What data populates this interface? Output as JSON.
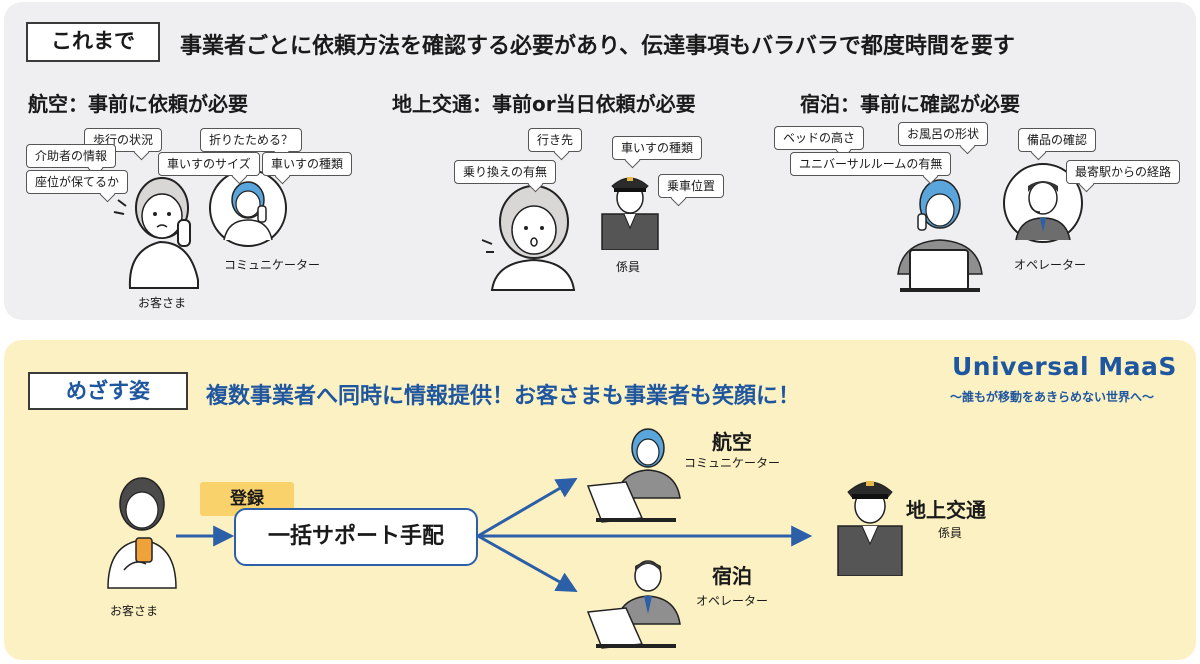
{
  "before": {
    "tag": "これまで",
    "headline": "事業者ごとに依頼方法を確認する必要があり、伝達事項もバラバラで都度時間を要す",
    "air": {
      "title": "航空：事前に依頼が必要",
      "bubbles": [
        "歩行の状況",
        "折りたためる？",
        "介助者の情報",
        "車いすのサイズ",
        "車いすの種類",
        "座位が保てるか"
      ],
      "customer_label": "お客さま",
      "staff_label": "コミュニケーター"
    },
    "ground": {
      "title": "地上交通：事前or当日依頼が必要",
      "bubbles": [
        "行き先",
        "車いすの種類",
        "乗り換えの有無",
        "乗車位置"
      ],
      "staff_label": "係員"
    },
    "lodging": {
      "title": "宿泊：事前に確認が必要",
      "bubbles": [
        "ベッドの高さ",
        "お風呂の形状",
        "備品の確認",
        "ユニバーサルルームの有無",
        "最寄駅からの経路"
      ],
      "staff_label": "オペレーター"
    }
  },
  "goal": {
    "tag": "めざす姿",
    "headline": "複数事業者へ同時に情報提供！お客さまも事業者も笑顔に！",
    "brand_name": "Universal MaaS",
    "brand_tagline": "～誰もが移動をあきらめない世界へ～",
    "customer_label": "お客さま",
    "register_label": "登録",
    "support_label": "一括サポート手配",
    "targets": [
      {
        "name": "航空",
        "role": "コミュニケーター"
      },
      {
        "name": "地上交通",
        "role": "係員"
      },
      {
        "name": "宿泊",
        "role": "オペレーター"
      }
    ]
  },
  "colors": {
    "top_bg": "#efeef1",
    "bottom_bg": "#fcf1c3",
    "brand_blue": "#1f56a0",
    "register_bg": "#f9d26b",
    "arrow": "#2b5fa8"
  }
}
